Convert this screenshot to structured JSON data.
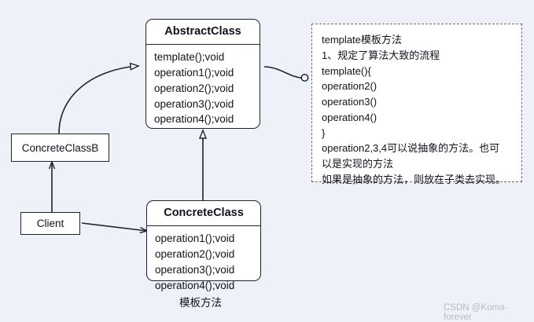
{
  "diagram": {
    "caption": "模板方法",
    "watermark": "CSDN @Koma-forever",
    "nodes": {
      "abstract_class": {
        "title": "AbstractClass",
        "members": [
          "template();void",
          "operation1();void",
          "operation2();void",
          "operation3();void",
          "operation4();void"
        ]
      },
      "concrete_class": {
        "title": "ConcreteClass",
        "members": [
          "operation1();void",
          "operation2();void",
          "operation3();void",
          "operation4();void"
        ]
      },
      "concrete_class_b": {
        "title": "ConcreteClassB"
      },
      "client": {
        "title": "Client"
      }
    },
    "note": {
      "lines": [
        "template模板方法",
        "1、规定了算法大致的流程",
        "template(){",
        "operation2()",
        "operation3()",
        "operation4()",
        "}",
        "operation2,3,4可以说抽象的方法。也可",
        "以是实现的方法",
        "如果是抽象的方法，则放在子类去实现。"
      ]
    },
    "colors": {
      "background": "#eef1f7",
      "stroke": "#1f2330",
      "note_border": "#6a6a6a",
      "node_fill": "#ffffff"
    }
  }
}
